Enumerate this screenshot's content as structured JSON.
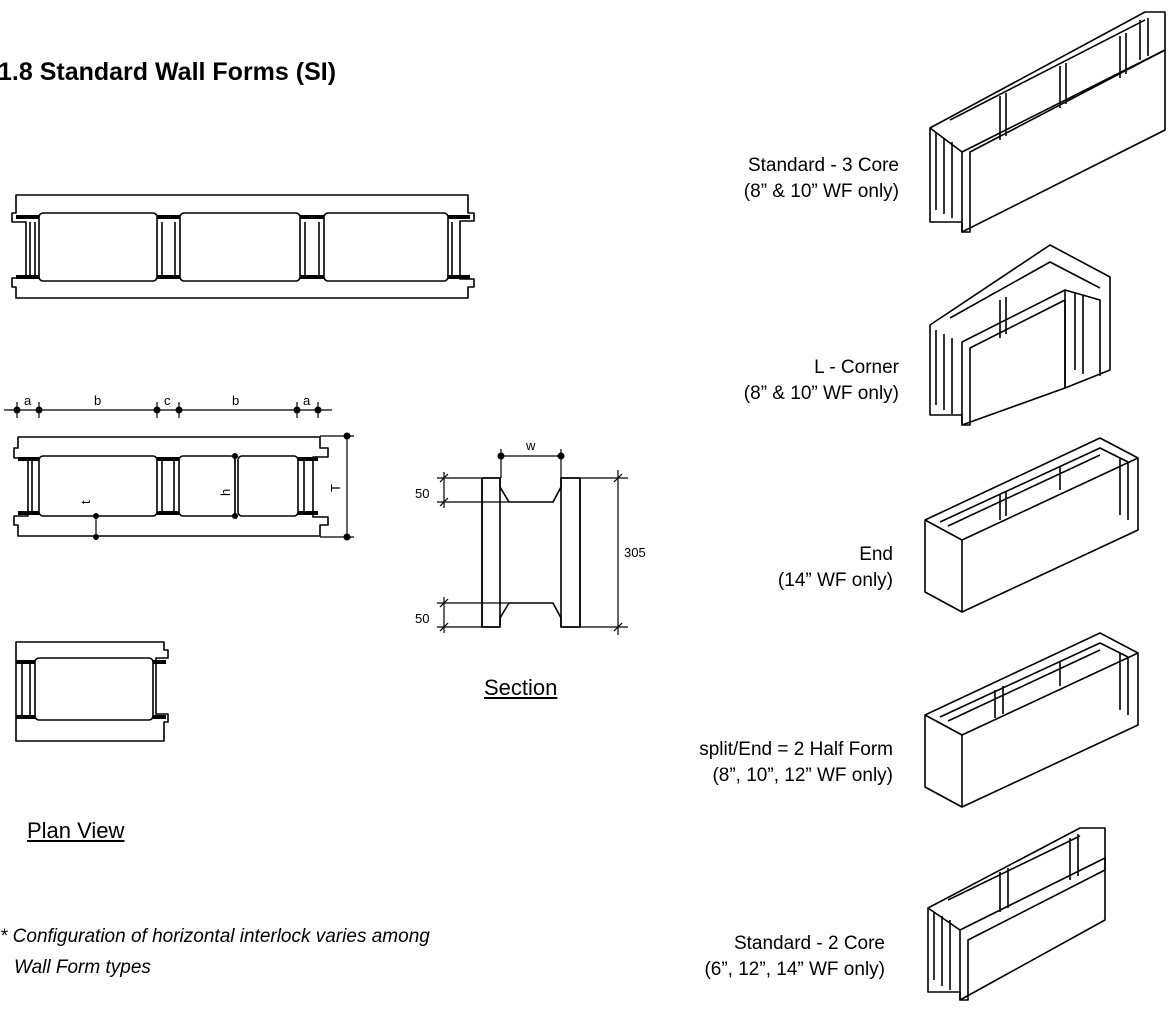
{
  "title": "1.8 Standard Wall Forms (SI)",
  "dimension_letters": {
    "a": "a",
    "b": "b",
    "c": "c",
    "t": "t",
    "h": "h",
    "T": "T",
    "w": "w"
  },
  "section_dimensions": {
    "flange_top": "50",
    "flange_bottom": "50",
    "height": "305"
  },
  "captions": {
    "section": "Section",
    "plan_view": "Plan View"
  },
  "footnote": {
    "line1": "* Configuration of horizontal interlock varies among",
    "line2": "Wall Form types"
  },
  "form_types": [
    {
      "name": "Standard - 3 Core",
      "note": "(8” & 10” WF only)"
    },
    {
      "name": "L - Corner",
      "note": "(8” & 10” WF only)"
    },
    {
      "name": "End",
      "note": "(14” WF only)"
    },
    {
      "name": "split/End = 2 Half Form",
      "note": "(8”, 10”, 12” WF only)"
    },
    {
      "name": "Standard - 2 Core",
      "note": "(6”, 12”, 14” WF only)"
    }
  ]
}
